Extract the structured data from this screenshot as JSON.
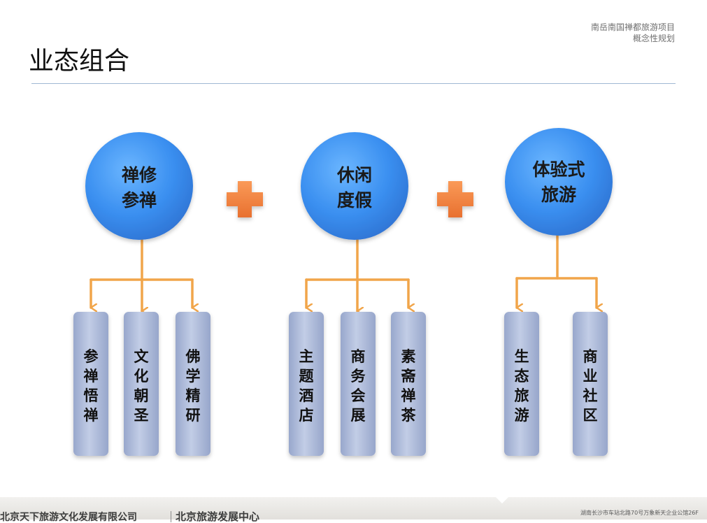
{
  "header": {
    "project_line1": "南岳南国禅都旅游项目",
    "project_line2": "概念性规划",
    "title": "业态组合"
  },
  "diagram": {
    "colors": {
      "circle": "#3a8ff0",
      "connector": "#f1a54a",
      "plus": "#f07d3c",
      "box": "#a9b7d6"
    },
    "groups": [
      {
        "circle_lines": [
          "禅修",
          "参禅"
        ],
        "items": [
          "参禅悟禅",
          "文化朝圣",
          "佛学精研"
        ]
      },
      {
        "circle_lines": [
          "休闲",
          "度假"
        ],
        "items": [
          "主题酒店",
          "商务会展",
          "素斋禅茶"
        ]
      },
      {
        "circle_lines": [
          "体验式",
          "旅游"
        ],
        "items": [
          "生态旅游",
          "商业社区"
        ]
      }
    ]
  },
  "footer": {
    "company": "北京天下旅游文化发展有限公司",
    "brand": "北京旅游发展中心",
    "address": "湖南长沙市车站北路70号万象新天企业公馆26F"
  }
}
